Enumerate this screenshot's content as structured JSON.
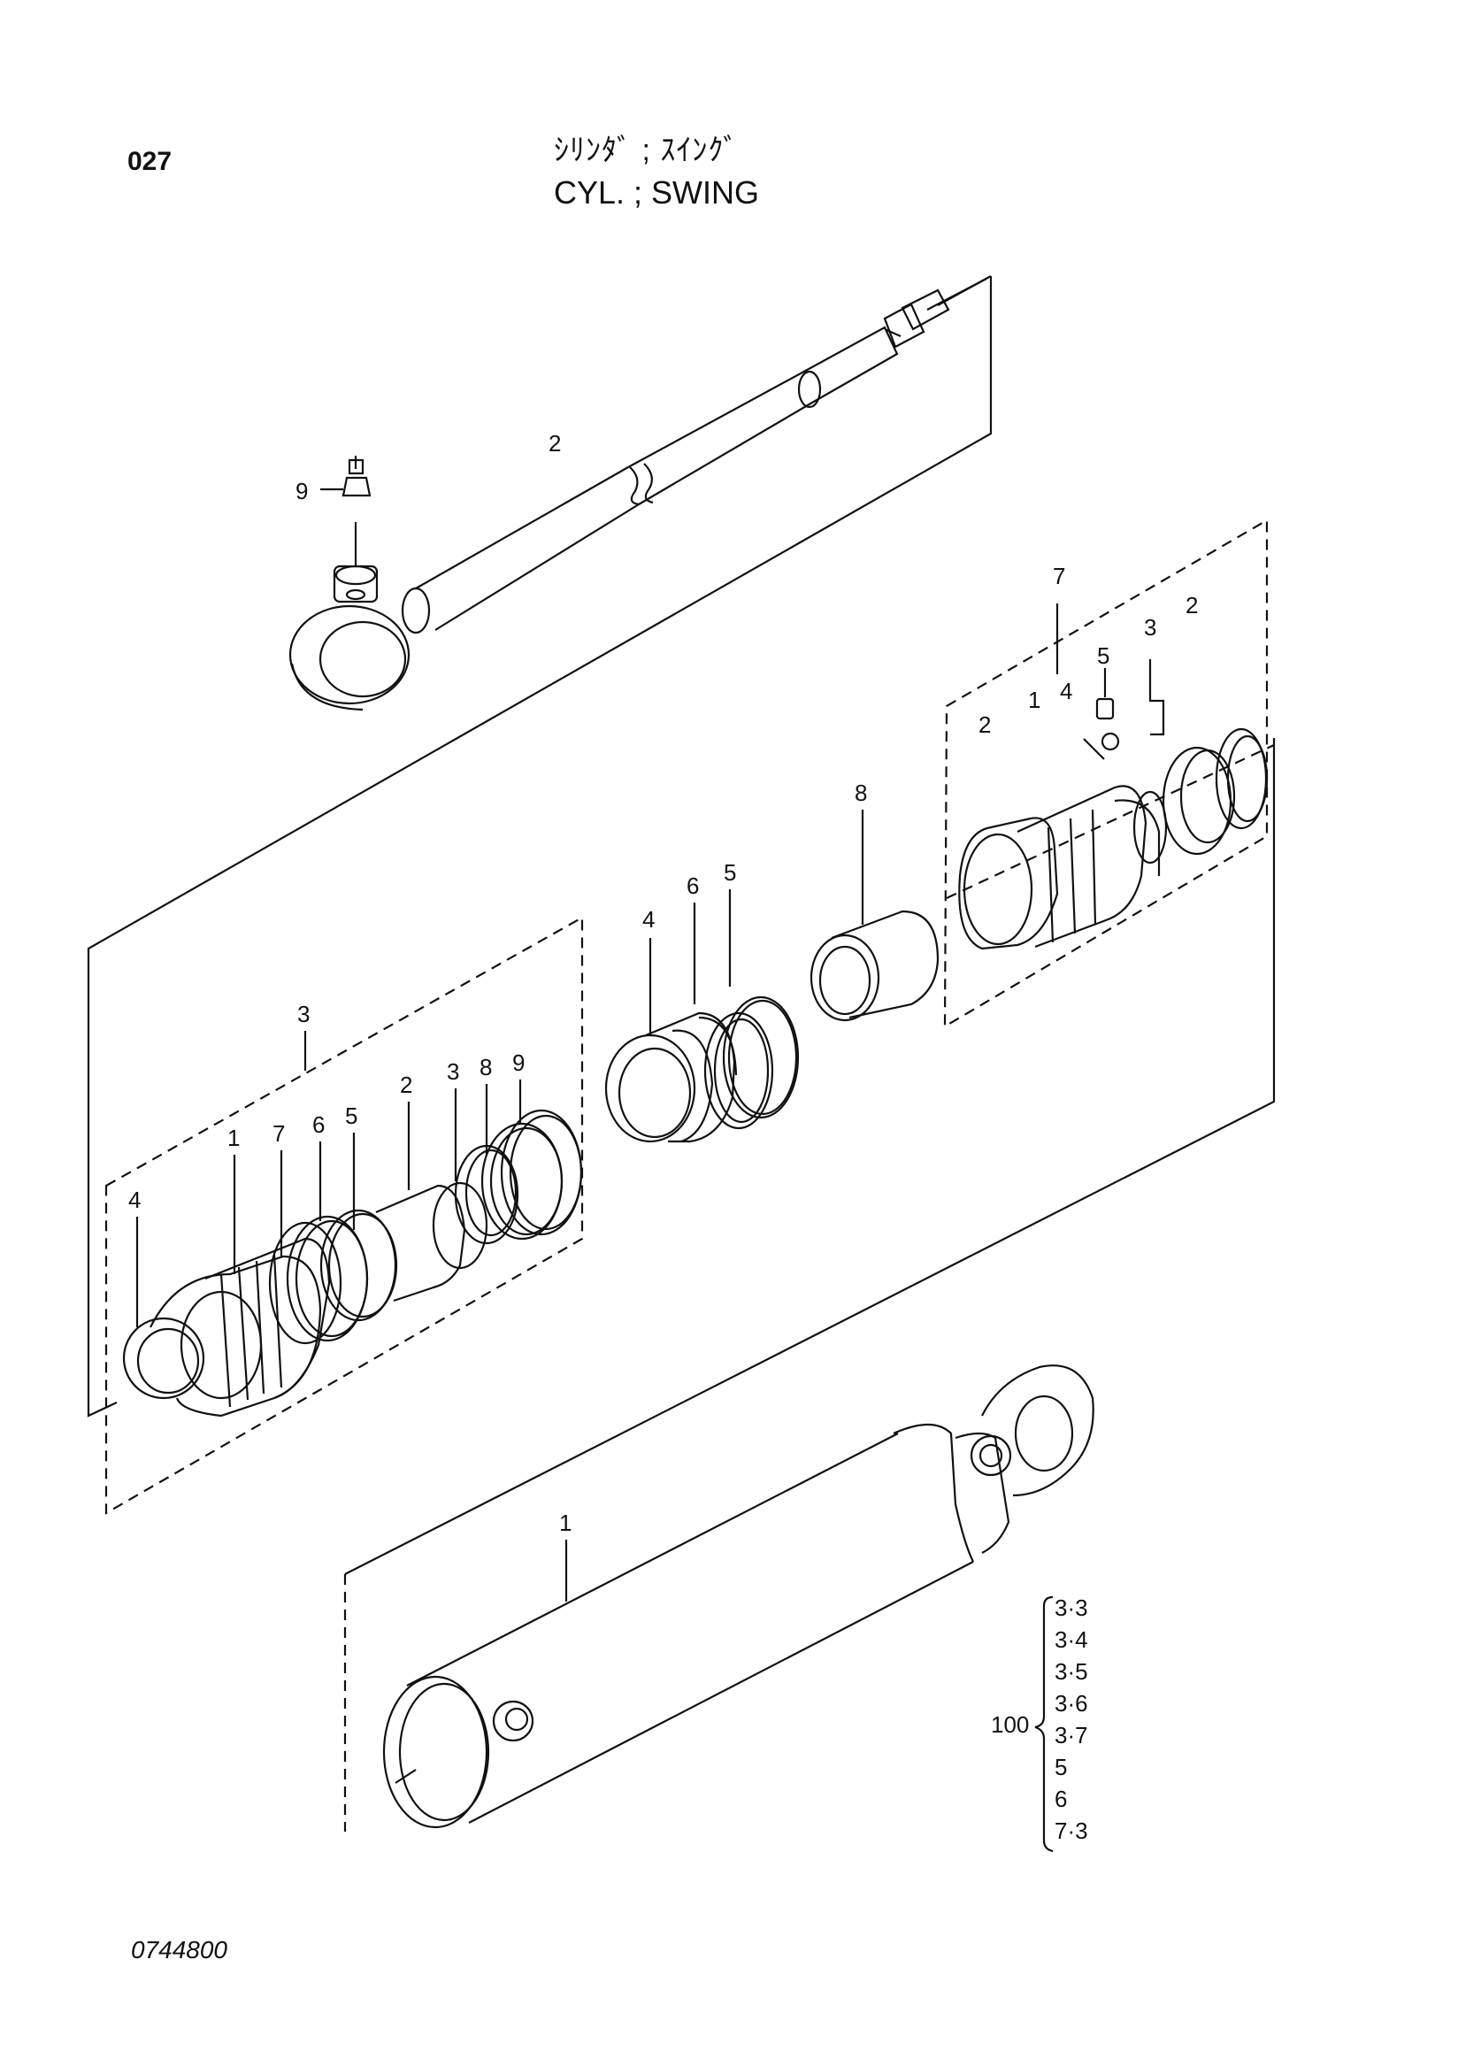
{
  "header": {
    "page_number": "027",
    "title_jp": "ｼﾘﾝﾀﾞ ; ｽｲﾝｸﾞ",
    "title_en": "CYL. ; SWING"
  },
  "footer": {
    "drawing_code": "0744800"
  },
  "callouts": {
    "rod_2": "2",
    "grease_9": "9",
    "piston_group_7": "7",
    "p_5": "5",
    "p_4": "4",
    "p_3": "3",
    "p_2a": "2",
    "p_2b": "2",
    "p_1": "1",
    "spacer_8": "8",
    "mid_4": "4",
    "mid_6": "6",
    "mid_5": "5",
    "head_group_3": "3",
    "h_1": "1",
    "h_7": "7",
    "h_6": "6",
    "h_5": "5",
    "h_2": "2",
    "h_3": "3",
    "h_8": "8",
    "h_9": "9",
    "h_4": "4",
    "tube_1": "1"
  },
  "kit": {
    "label": "100",
    "items": [
      "3·3",
      "3·4",
      "3·5",
      "3·6",
      "3·7",
      "5",
      "6",
      "7·3"
    ]
  }
}
